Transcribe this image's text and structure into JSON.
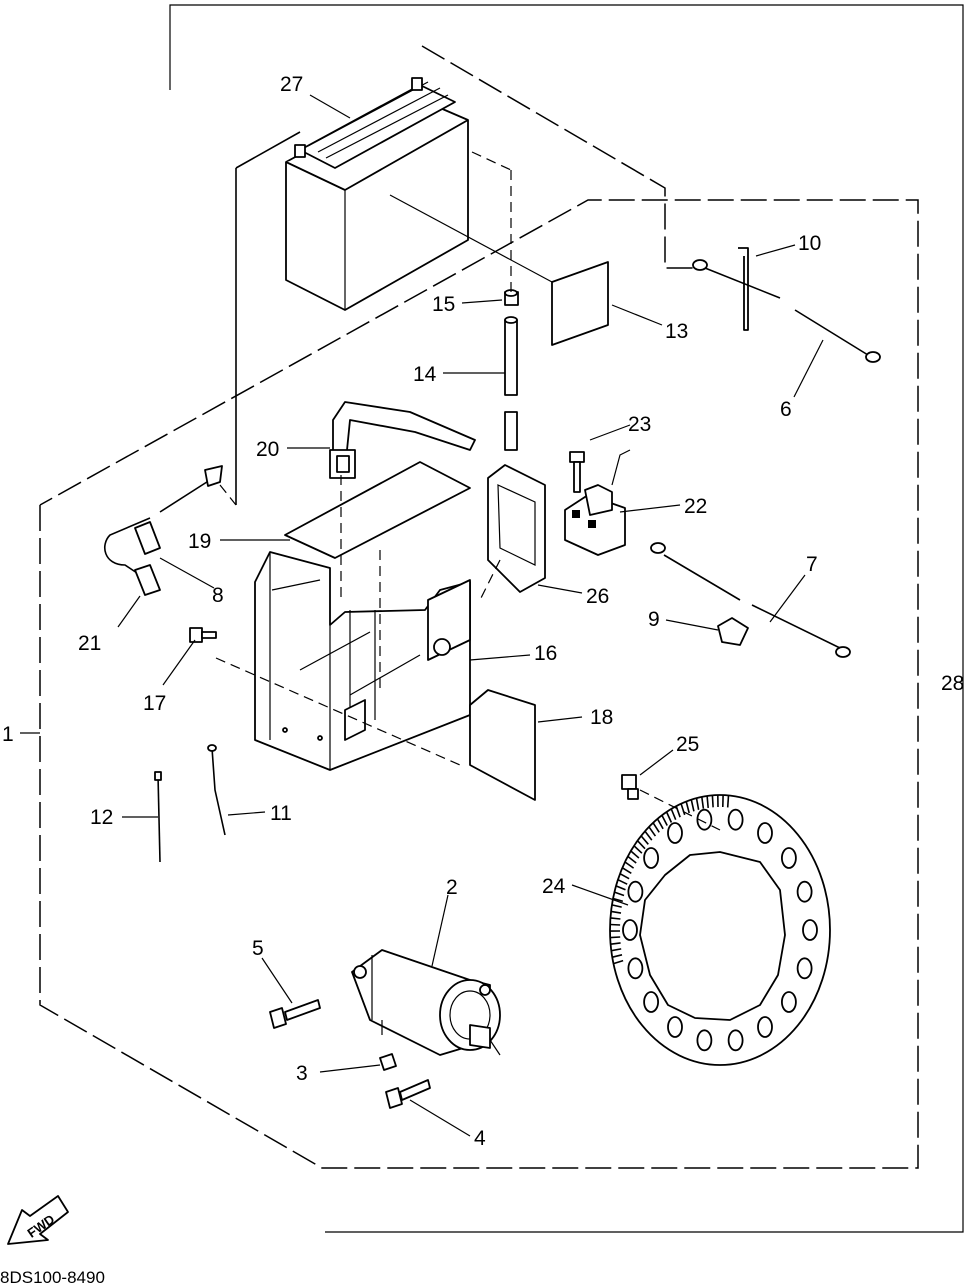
{
  "diagram_code": "8DS100-8490",
  "fwd_label": "FWD",
  "callouts": [
    "1",
    "2",
    "3",
    "4",
    "5",
    "6",
    "7",
    "8",
    "9",
    "10",
    "11",
    "12",
    "13",
    "14",
    "15",
    "16",
    "17",
    "18",
    "19",
    "20",
    "21",
    "22",
    "23",
    "24",
    "25",
    "26",
    "27",
    "28"
  ]
}
